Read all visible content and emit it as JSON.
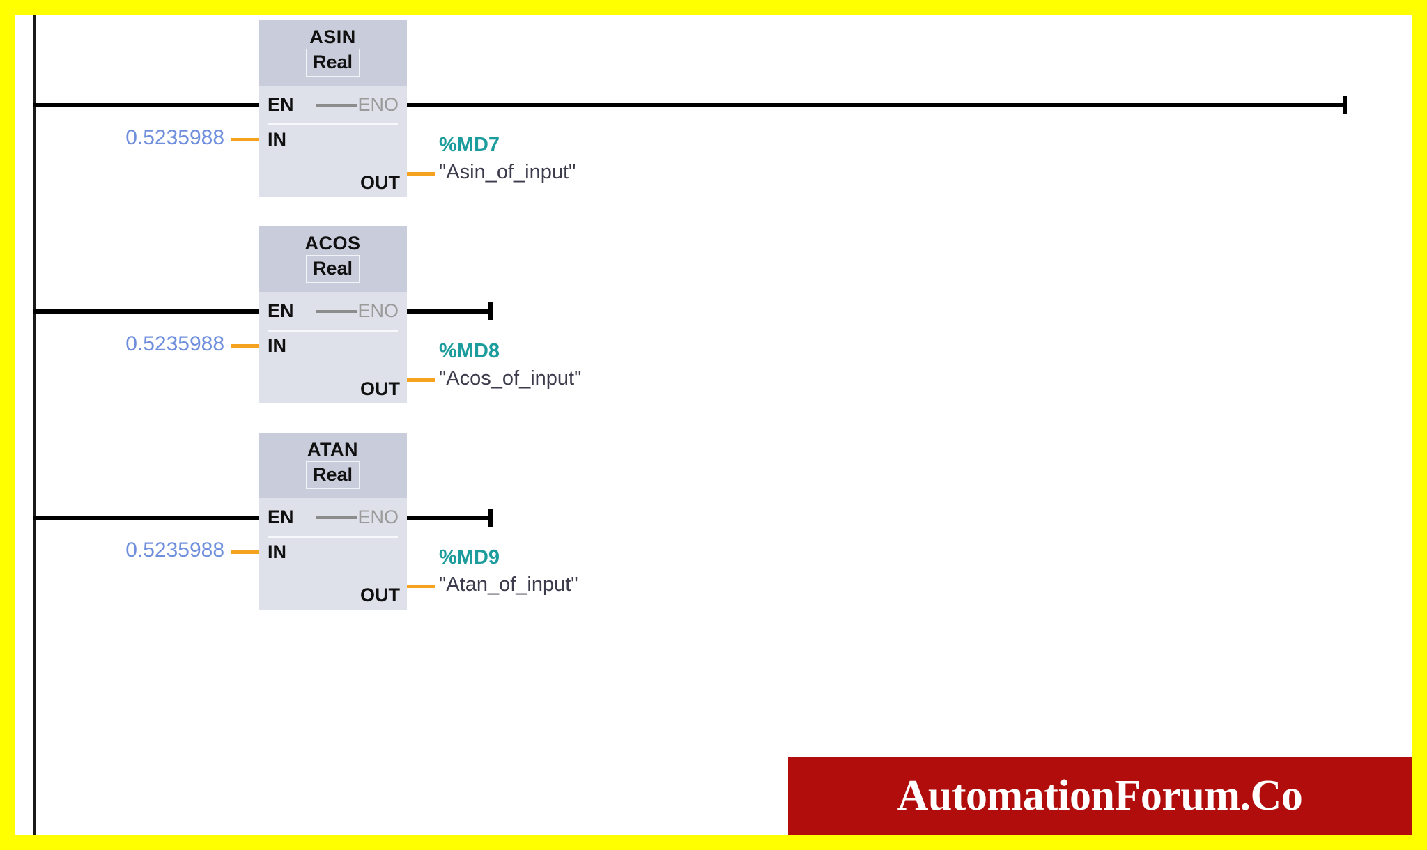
{
  "editor": {
    "name": "ladder-logic-editor",
    "language": "LAD",
    "rail_label": "power-rail"
  },
  "rungs": [
    {
      "id": "rung-1",
      "block": {
        "title": "ASIN",
        "type": "Real",
        "pins": {
          "en": "EN",
          "eno": "ENO",
          "in": "IN",
          "out": "OUT"
        }
      },
      "input_value": "0.5235988",
      "output_address": "%MD7",
      "output_name": "\"Asin_of_input\""
    },
    {
      "id": "rung-2",
      "block": {
        "title": "ACOS",
        "type": "Real",
        "pins": {
          "en": "EN",
          "eno": "ENO",
          "in": "IN",
          "out": "OUT"
        }
      },
      "input_value": "0.5235988",
      "output_address": "%MD8",
      "output_name": "\"Acos_of_input\""
    },
    {
      "id": "rung-3",
      "block": {
        "title": "ATAN",
        "type": "Real",
        "pins": {
          "en": "EN",
          "eno": "ENO",
          "in": "IN",
          "out": "OUT"
        }
      },
      "input_value": "0.5235988",
      "output_address": "%MD9",
      "output_name": "\"Atan_of_input\""
    }
  ],
  "watermark": {
    "text": "AutomationForum.Co",
    "background_color": "#b10d0d",
    "text_color": "#ffffff"
  },
  "colors": {
    "frame": "#ffff00",
    "block_header": "#c9ccda",
    "block_body": "#dfe1ea",
    "wire": "#000000",
    "connector": "#f5a31e",
    "address_text": "#1c9c9c",
    "value_text": "#6f8fdd",
    "eno_text": "#9a9a9a"
  }
}
